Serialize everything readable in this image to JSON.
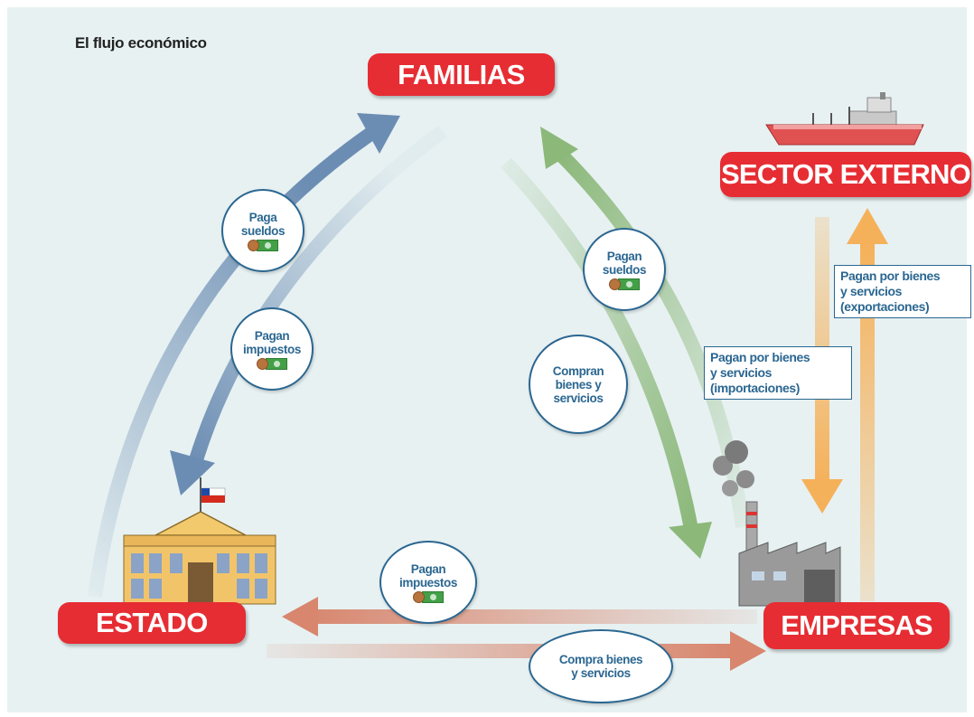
{
  "title": "El flujo económico",
  "nodes": {
    "familias": "FAMILIAS",
    "sector_externo": "SECTOR EXTERNO",
    "estado": "ESTADO",
    "empresas": "EMPRESAS"
  },
  "flows": {
    "paga_sueldos": "Paga\nsueldos",
    "pagan_impuestos_familias": "Pagan\nimpuestos",
    "pagan_sueldos": "Pagan\nsueldos",
    "compran_bienes": "Compran\nbienes y\nservicios",
    "pagan_impuestos_empresas": "Pagan\nimpuestos",
    "compra_bienes": "Compra bienes\ny servicios",
    "importaciones": "Pagan por bienes\ny servicios\n(importaciones)",
    "exportaciones": "Pagan por bienes\ny servicios\n(exportaciones)"
  },
  "colors": {
    "background": "#e7f1f2",
    "node_red": "#e62d33",
    "bubble_text": "#2b6791",
    "arrow_blue": "#6c8db3",
    "arrow_green": "#8cb87a",
    "arrow_orange": "#f5b15a",
    "arrow_salmon": "#d8866e"
  },
  "icons": [
    "ship-icon",
    "factory-icon",
    "government-building-icon",
    "chile-flag-icon",
    "money-icon"
  ]
}
